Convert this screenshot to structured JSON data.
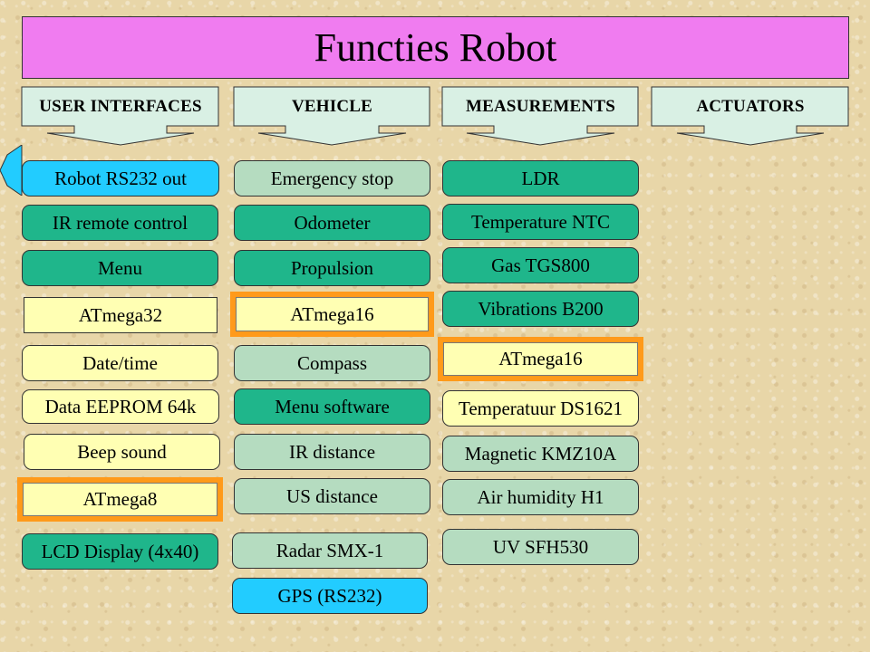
{
  "title": "Functies Robot",
  "columns": [
    {
      "header": "USER INTERFACES",
      "items": [
        "Robot RS232 out",
        "IR remote control",
        "Menu",
        "ATmega32",
        "Date/time",
        "Data EEPROM 64k",
        "Beep sound",
        "ATmega8",
        "LCD Display (4x40)"
      ]
    },
    {
      "header": "VEHICLE",
      "items": [
        "Emergency stop",
        "Odometer",
        "Propulsion",
        "ATmega16",
        "Compass",
        "Menu software",
        "IR distance",
        "US distance",
        "Radar SMX-1",
        "GPS (RS232)"
      ]
    },
    {
      "header": "MEASUREMENTS",
      "items": [
        "LDR",
        "Temperature NTC",
        "Gas TGS800",
        "Vibrations B200",
        "ATmega16",
        "Temperatuur DS1621",
        "Magnetic KMZ10A",
        "Air humidity H1",
        "UV SFH530"
      ]
    },
    {
      "header": "ACTUATORS",
      "items": []
    }
  ],
  "colors": {
    "title_bg": "#f07cf0",
    "header_bg": "#d9f0e4",
    "function_box": "#1fb68b",
    "light_function_box": "#b5dcc0",
    "controller_box": "#ffffb3",
    "serial_box": "#22ccff",
    "controller_highlight": "#ff9a1a"
  }
}
